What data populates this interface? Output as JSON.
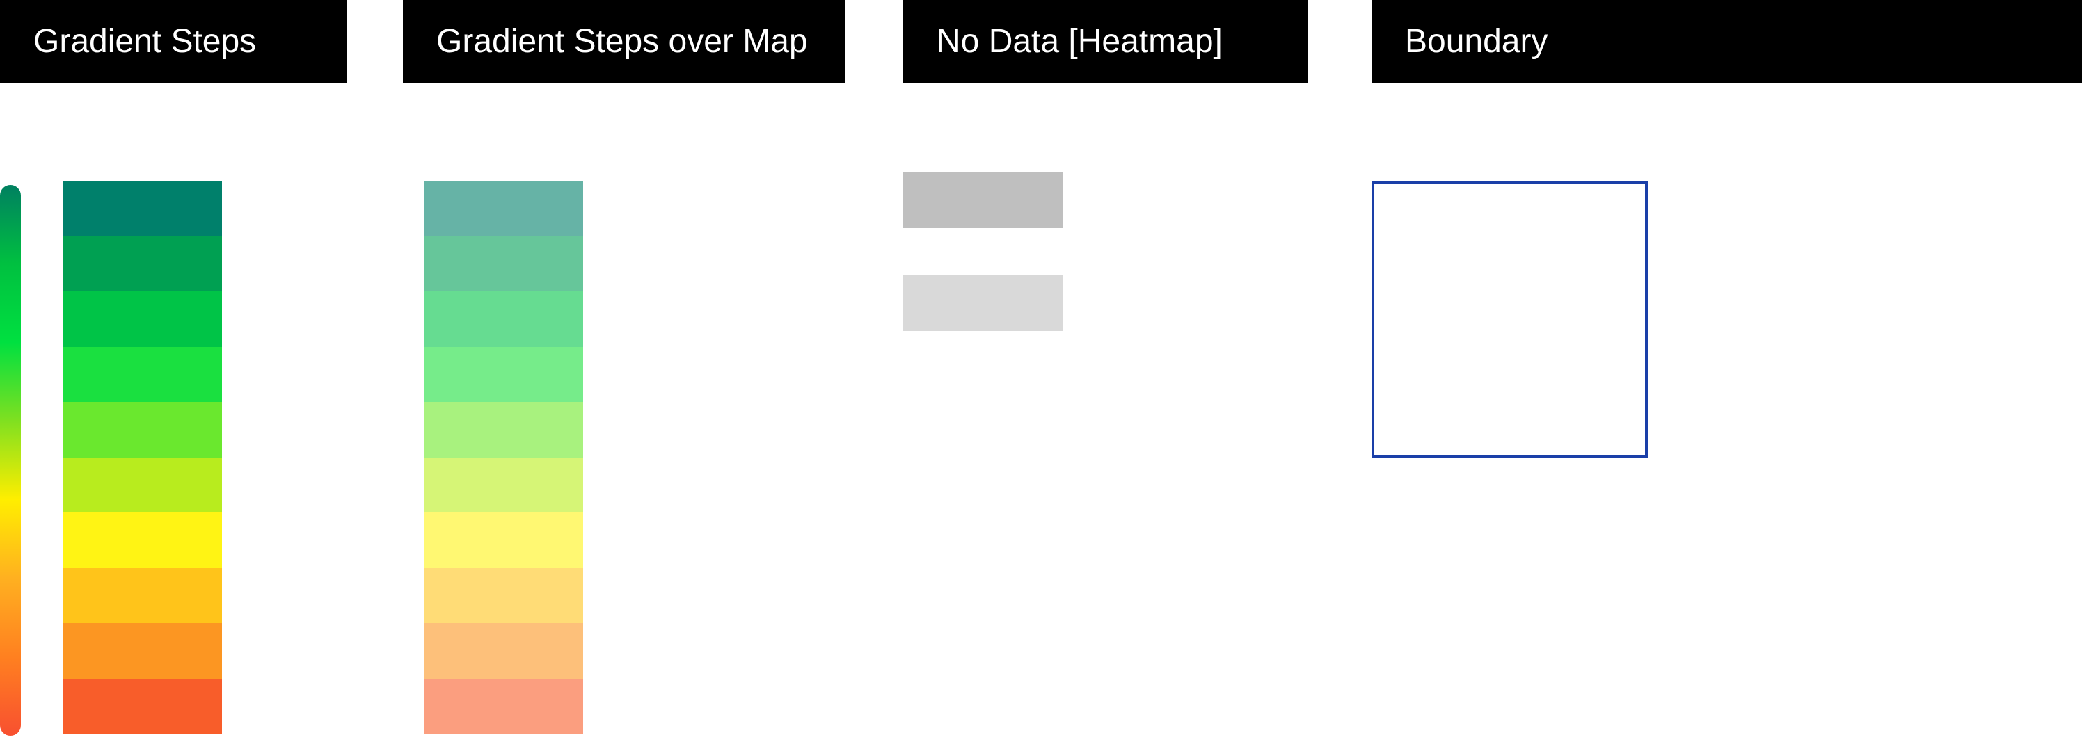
{
  "headers": {
    "gradient_steps": "Gradient Steps",
    "gradient_steps_over_map": "Gradient Steps over Map",
    "no_data_heatmap": "No Data [Heatmap]",
    "boundary": "Boundary"
  },
  "gradient_bar": {
    "colors_top_to_bottom": [
      "#008060",
      "#00c040",
      "#00e040",
      "#80e020",
      "#ffee00",
      "#ffb020",
      "#ff8020",
      "#f85030"
    ]
  },
  "gradient_steps": {
    "colors_top_to_bottom": [
      "#00806b",
      "#00a052",
      "#00c447",
      "#1ae040",
      "#6ae82e",
      "#b8ec1e",
      "#fff414",
      "#ffc41a",
      "#fc9622",
      "#f85d2a"
    ]
  },
  "gradient_steps_over_map": {
    "colors_top_to_bottom": [
      "#66b3a6",
      "#66c69a",
      "#66dc91",
      "#76ec8a",
      "#a8f27e",
      "#d6f576",
      "#fff872",
      "#ffdc76",
      "#fdc07a",
      "#fb9e7f"
    ]
  },
  "no_data": {
    "colors": [
      "#bfbfbf",
      "#d9d9d9"
    ]
  },
  "boundary": {
    "stroke_color": "#1a3fa8"
  }
}
